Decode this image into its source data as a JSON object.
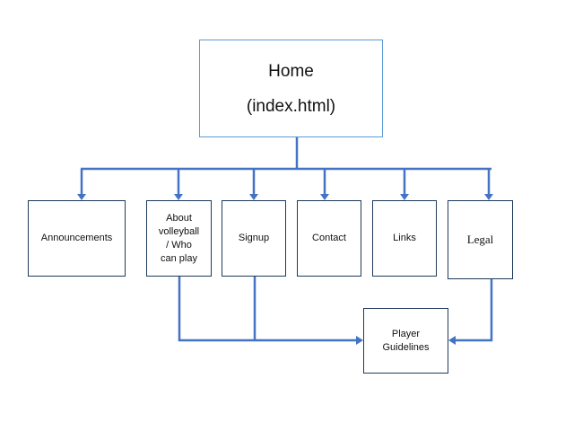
{
  "home": {
    "line1": "Home",
    "line2": "(index.html)"
  },
  "pages": {
    "announcements": "Announcements",
    "about": [
      "About",
      "volleyball",
      "/ Who",
      "can play"
    ],
    "signup": "Signup",
    "contact": "Contact",
    "links": "Links",
    "legal": "Legal"
  },
  "guidelines": [
    "Player",
    "Guidelines"
  ],
  "colors": {
    "connector": "#4472c4",
    "home_border": "#5b9bd5",
    "box_border": "#1f3b5c"
  }
}
